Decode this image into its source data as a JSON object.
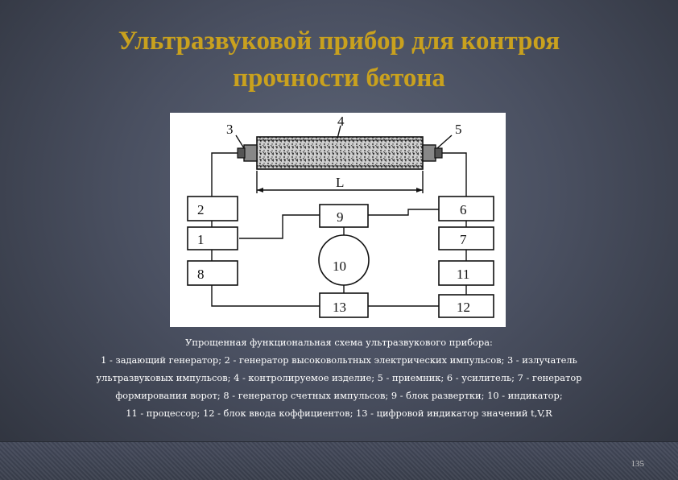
{
  "slide": {
    "title_line1": "Ультразвуковой прибор для контроя",
    "title_line2": "прочности бетона",
    "page_number": "135"
  },
  "diagram": {
    "labels": {
      "n1": "1",
      "n2": "2",
      "n3": "3",
      "n4": "4",
      "n5": "5",
      "n6": "6",
      "n7": "7",
      "n8": "8",
      "n9": "9",
      "n10": "10",
      "n11": "11",
      "n12": "12",
      "n13": "13",
      "length": "L"
    }
  },
  "caption": {
    "line1": "Упрощенная функциональная схема ультразвукового прибора:",
    "line2": "1 - задающий генератор; 2 - генератор высоковольтных электрических импульсов; 3 - излучатель",
    "line3": "ультразвуковых импульсов; 4 - контролируемое изделие; 5 - приемник; 6 - усилитель; 7 - генератор",
    "line4": "формирования ворот; 8 - генератор счетных импульсов; 9 - блок развертки; 10 - индикатор;",
    "line5": "11 - процессор; 12 - блок ввода коффициентов; 13 - цифровой индикатор значений t,V,R"
  }
}
